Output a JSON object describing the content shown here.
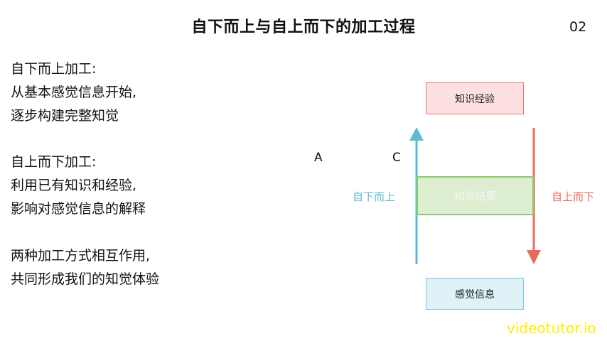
{
  "header": {
    "title": "自下而上与自上而下的加工过程",
    "page_number": "02"
  },
  "left_text": {
    "block1": [
      "自下而上加工:",
      "从基本感觉信息开始,",
      "逐步构建完整知觉"
    ],
    "block2": [
      "自上而下加工:",
      "利用已有知识和经验,",
      "影响对感觉信息的解释"
    ],
    "block3": [
      "两种加工方式相互作用,",
      "共同形成我们的知觉体验"
    ]
  },
  "diagram": {
    "marker_a": "A",
    "marker_c": "C",
    "top_box": "知识经验",
    "middle_box": "知觉结果",
    "bottom_box": "感觉信息",
    "bottom_up_label": "自下而上",
    "top_down_label": "自上而下",
    "colors": {
      "bottom_up": "#5bbdd4",
      "top_down": "#e8695e",
      "knowledge": "#fde0df",
      "result": "#dcedd0",
      "sensation": "#dff2f7"
    }
  },
  "watermark": "videotutor.io"
}
